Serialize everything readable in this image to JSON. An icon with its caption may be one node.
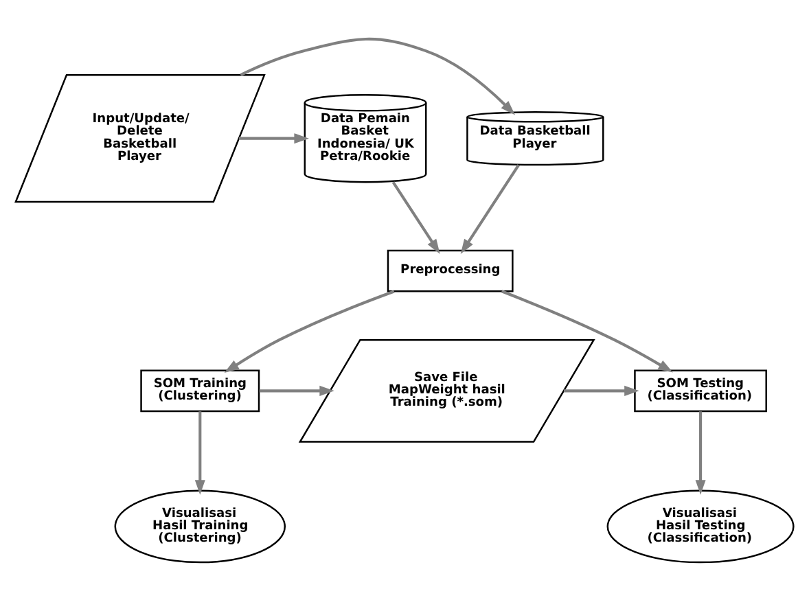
{
  "diagram": {
    "nodes": [
      {
        "text": [
          "Data Basketball Player"
        ]
      },
      {
        "text": [
          "Input/Update/ Delete Basketball Player"
        ]
      },
      {
        "text": [
          "Data Pemain Basket Indonesia/ UK Petra/Rookie"
        ]
      },
      {
        "text": [
          "Preprocessing"
        ]
      },
      {
        "text": [
          "SOM Training (Clustering)"
        ]
      },
      {
        "text": [
          "Save File MapWeight hasil Training (*.som)"
        ]
      },
      {
        "text": [
          "SOM Testing (Classification)"
        ]
      },
      {
        "text": [
          "Visualisasi Hasil Training (Clustering)"
        ]
      },
      {
        "text": [
          "Visualisasi Hasil Testing (Classification)"
        ]
      }
    ],
    "edges": [
      {
        "from": 1,
        "to": 0,
        "arrow": "to"
      },
      {
        "from": 1,
        "to": 2,
        "arrow": "to"
      },
      {
        "from": 0,
        "to": 3,
        "arrow": "to"
      },
      {
        "from": 2,
        "to": 3,
        "arrow": "to"
      },
      {
        "from": 3,
        "to": 4,
        "arrow": "to"
      },
      {
        "from": 3,
        "to": 6,
        "arrow": "to"
      },
      {
        "from": 4,
        "to": 5,
        "arrow": "to"
      },
      {
        "from": 5,
        "to": 6,
        "arrow": "to"
      },
      {
        "from": 4,
        "to": 7,
        "arrow": "to"
      },
      {
        "from": 6,
        "to": 8,
        "arrow": "to"
      }
    ]
  }
}
